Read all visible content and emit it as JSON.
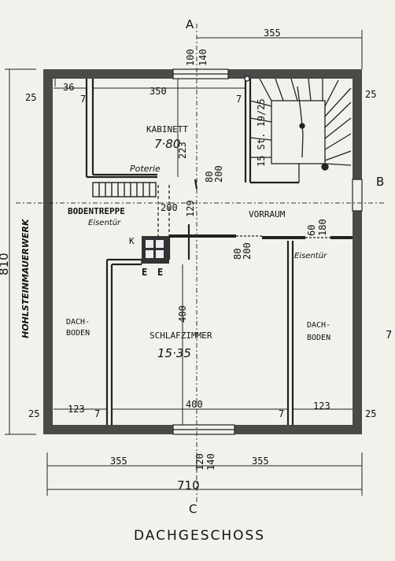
{
  "drawing": {
    "title": "DACHGESCHOSS",
    "section_marks": {
      "top": "A",
      "right": "B",
      "bottom": "C"
    },
    "rooms": {
      "kabinett": {
        "name": "KABINETT",
        "area": "7·80"
      },
      "schlafzimmer": {
        "name": "SCHLAFZIMMER",
        "area": "15·35"
      },
      "vorraum": {
        "name": "VORRAUM"
      },
      "dachboden_left": {
        "line1": "DACH-",
        "line2": "BODEN"
      },
      "dachboden_right": {
        "line1": "DACH-",
        "line2": "BODEN"
      },
      "bodentreppe": "BODENTREPPE",
      "poterie": "Poterie",
      "eisentuer_left": "Eisentür",
      "eisentuer_right": "Eisentür",
      "k": "K",
      "e1": "E",
      "e2": "E"
    },
    "side_label": "HOHLSTEINMAUERWERK",
    "right_mark": "7",
    "dims": {
      "top_355": "355",
      "top_100": "100",
      "top_140": "140",
      "d25_tl": "25",
      "d25_tr": "25",
      "d25_bl": "25",
      "d25_br": "25",
      "d36": "36",
      "d7_a": "7",
      "d350": "350",
      "d7_b": "7",
      "d223": "223",
      "stair": "15 St. 19/25",
      "d80a": "80",
      "d200a": "200",
      "d129": "129",
      "d200b": "200",
      "d80b": "80",
      "d200c": "200",
      "d60": "60",
      "d180": "180",
      "d400v": "400",
      "d400h": "400",
      "d123_l": "123",
      "d7_c": "7",
      "d7_d": "7",
      "d123_r": "123",
      "d120": "120",
      "d140b": "140",
      "d810": "810",
      "bot_355_l": "355",
      "bot_355_r": "355",
      "d710": "710"
    }
  }
}
